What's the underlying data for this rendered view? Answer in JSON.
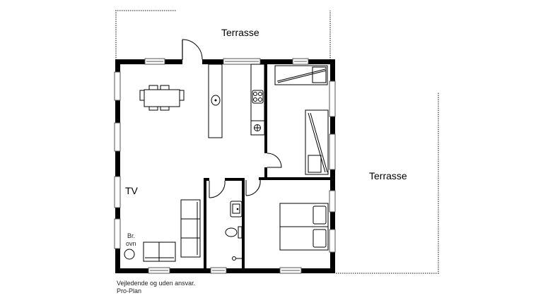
{
  "plan": {
    "labels": {
      "terrace_top": "Terrasse",
      "terrace_right": "Terrasse",
      "tv": "TV",
      "stove_line1": "Br.",
      "stove_line2": "ovn"
    },
    "footer": {
      "disclaimer": "Vejledende og uden ansvar.",
      "brand": "Pro-Plan"
    },
    "colors": {
      "wall": "#000000",
      "line": "#333333",
      "terrace_border": "#888888",
      "background": "#ffffff"
    }
  }
}
